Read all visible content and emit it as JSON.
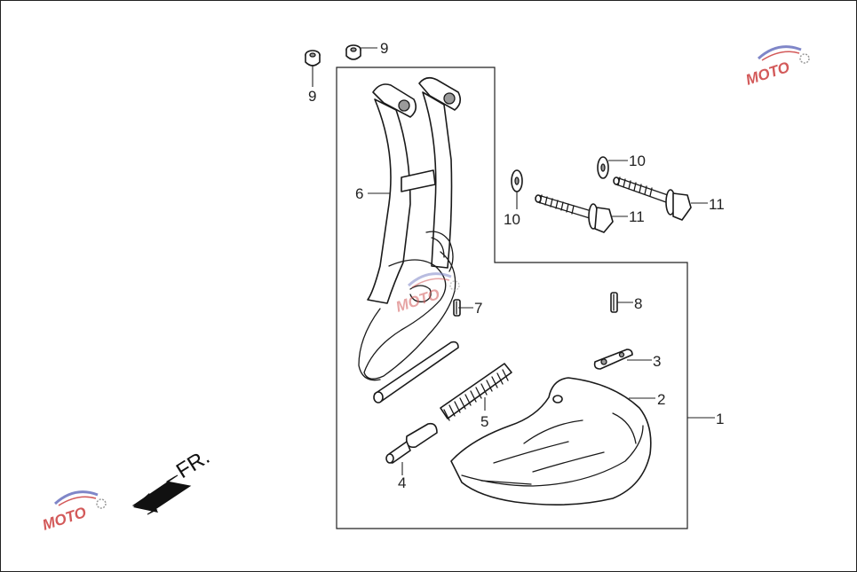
{
  "callouts": {
    "c1": "1",
    "c2": "2",
    "c3": "3",
    "c4": "4",
    "c5": "5",
    "c6": "6",
    "c7": "7",
    "c8": "8",
    "c9a": "9",
    "c9b": "9",
    "c10a": "10",
    "c10b": "10",
    "c11a": "11",
    "c11b": "11"
  },
  "direction_label": "FR.",
  "watermark": {
    "text": "MOTO",
    "colors": {
      "blue": "#7f86c8",
      "red": "#d35a5a",
      "grey": "#999999"
    }
  },
  "colors": {
    "line": "#1a1a1a",
    "grey_fill": "#9a9a9a",
    "background": "#ffffff"
  }
}
